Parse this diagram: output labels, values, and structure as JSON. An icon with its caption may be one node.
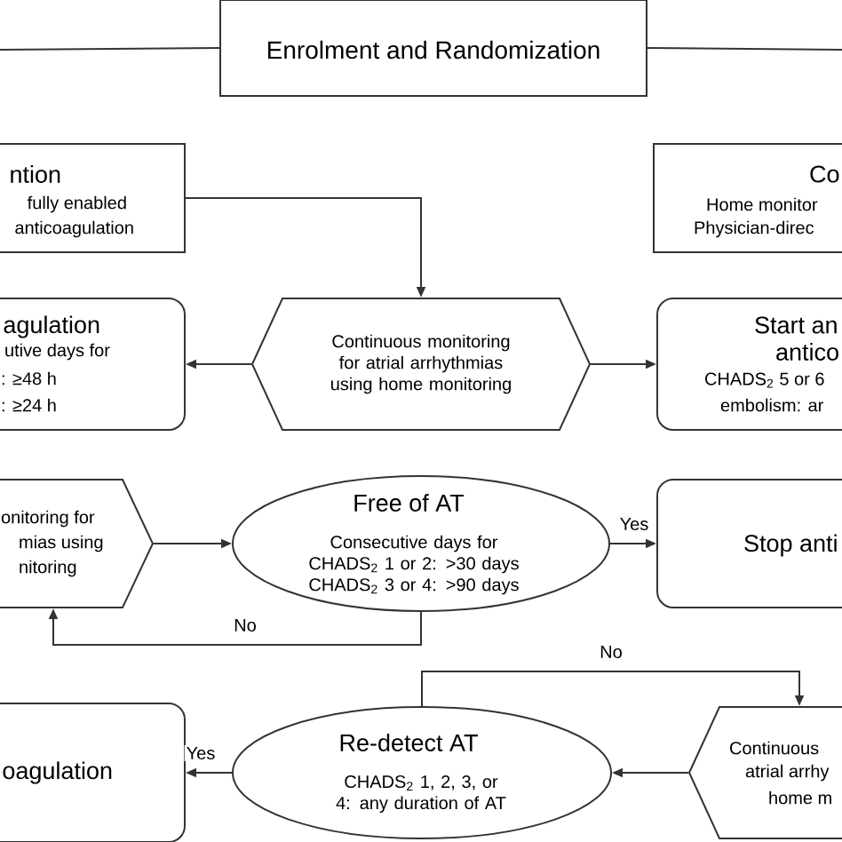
{
  "diagram": {
    "nodes": [
      {
        "text": [
          "Enrolment and Randomization"
        ]
      },
      {
        "text": [
          "ntion",
          "fully enabled",
          "anticoagulation"
        ]
      },
      {
        "text": [
          "Co",
          "Home monitor",
          "Physician-direc"
        ]
      },
      {
        "text": [
          "Continuous monitoring for atrial arrhythmias using home monitoring"
        ]
      },
      {
        "text": [
          "agulation",
          "utive days for",
          ": ≥48 h",
          ": ≥24 h"
        ]
      },
      {
        "text": [
          "Start an",
          "antico",
          "CHADS$_{2}$ 5 or 6",
          "embolism: ar"
        ]
      },
      {
        "text": [
          "onitoring for",
          "mias using",
          "nitoring"
        ]
      },
      {
        "text": [
          "Free of AT",
          "Consecutive days for CHADS$_{2}$ 1 or 2: >30 days CHADS$_{2}$ 3 or 4: >90 days"
        ]
      },
      {
        "text": [
          "Stop anti"
        ]
      },
      {
        "text": [
          "oagulation"
        ]
      },
      {
        "text": [
          "Re-detect  AT",
          "CHADS$_{2}$ 1, 2, 3, or 4: any duration of AT"
        ]
      },
      {
        "text": [
          "Continuous",
          "atrial arrhy",
          "home m"
        ]
      }
    ],
    "edges": [
      {
        "from": 0,
        "to": null,
        "arrow": "none"
      },
      {
        "from": 0,
        "to": null,
        "arrow": "none"
      },
      {
        "from": 1,
        "to": 3,
        "arrow": "to"
      },
      {
        "from": 3,
        "to": 4,
        "arrow": "to"
      },
      {
        "from": 3,
        "to": 5,
        "arrow": "to"
      },
      {
        "from": 6,
        "to": 7,
        "arrow": "to"
      },
      {
        "from": 7,
        "to": 8,
        "arrow": "to",
        "label": "Yes"
      },
      {
        "from": 7,
        "to": 6,
        "arrow": "to",
        "label": "No"
      },
      {
        "from": 10,
        "to": 11,
        "arrow": "to",
        "label": "No"
      },
      {
        "from": 11,
        "to": 10,
        "arrow": "to"
      },
      {
        "from": 10,
        "to": 9,
        "arrow": "to",
        "label": "Yes"
      }
    ]
  }
}
